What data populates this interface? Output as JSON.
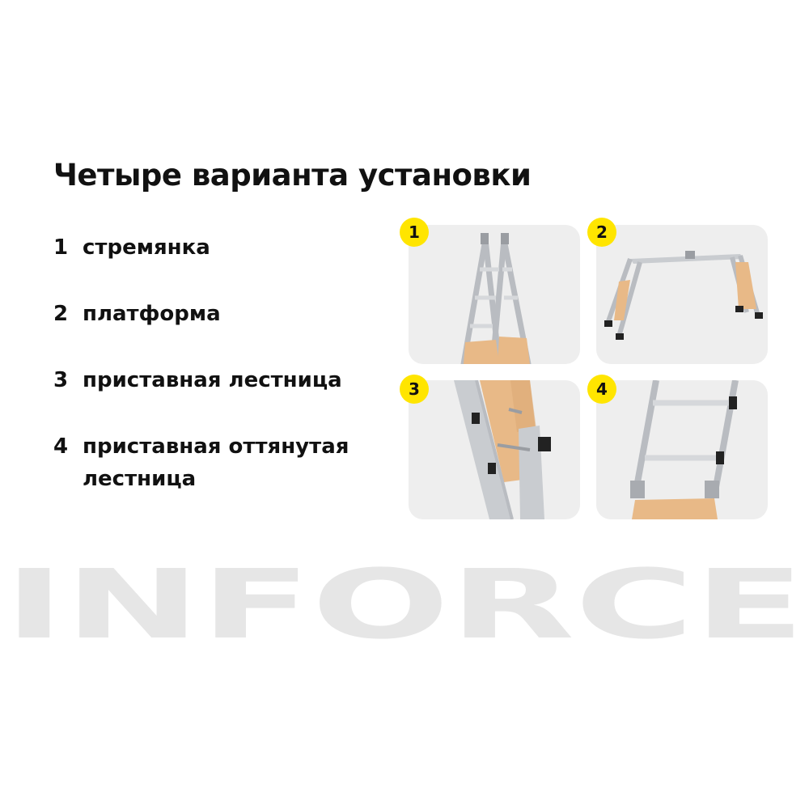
{
  "title": "Четыре варианта установки",
  "options": [
    {
      "number": "1",
      "label": "стремянка"
    },
    {
      "number": "2",
      "label": "платформа"
    },
    {
      "number": "3",
      "label": "приставная лестница"
    },
    {
      "number": "4",
      "label_line1": "приставная оттянутая",
      "label_line2": "лестница"
    }
  ],
  "badges": [
    "1",
    "2",
    "3",
    "4"
  ],
  "watermark": "INFORCE",
  "colors": {
    "accent": "#ffe500",
    "tile_bg": "#eeeeee",
    "watermark": "#e6e6e6",
    "board": "#e8b987",
    "metal": "#c9ccd0"
  }
}
